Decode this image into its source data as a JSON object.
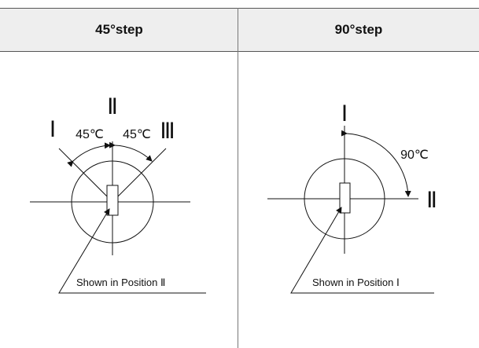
{
  "columns": [
    {
      "header": "45°step",
      "labels": {
        "left": "Ⅰ",
        "top": "Ⅱ",
        "right": "Ⅲ"
      },
      "angle_left": "45℃",
      "angle_right": "45℃",
      "caption": "Shown in Position Ⅱ"
    },
    {
      "header": "90°step",
      "labels": {
        "top": "Ⅰ",
        "right": "Ⅱ"
      },
      "angle": "90℃",
      "caption": "Shown in Position Ⅰ"
    }
  ]
}
